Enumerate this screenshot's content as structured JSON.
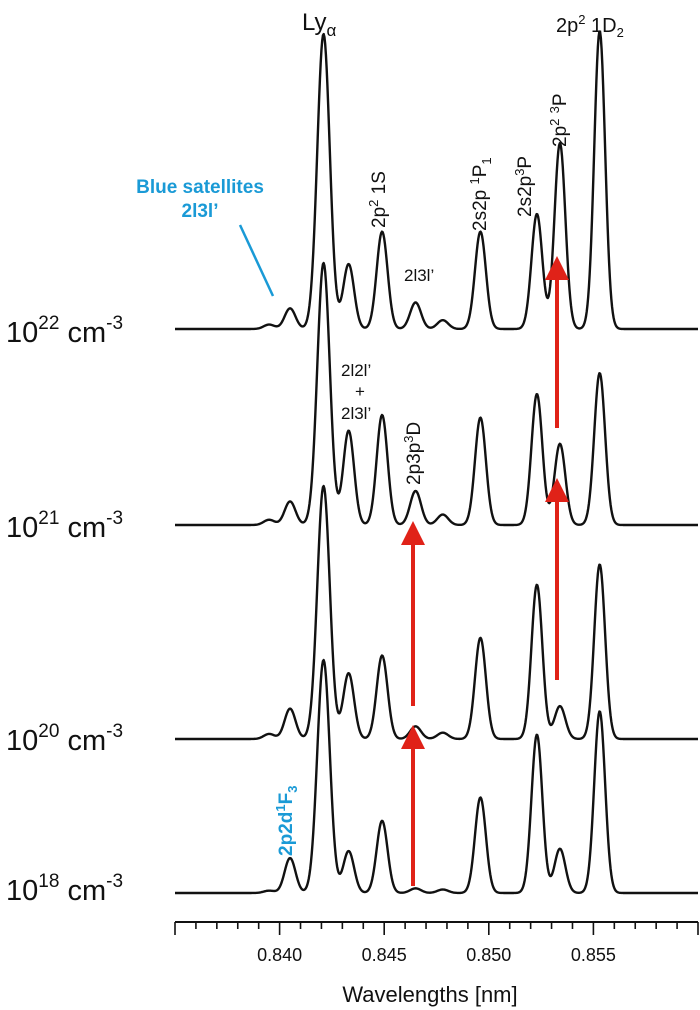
{
  "chart_data": {
    "type": "line",
    "xlabel": "Wavelengths [nm]",
    "ylabel": "",
    "xlim": [
      0.835,
      0.86
    ],
    "x_ticks": [
      "0.840",
      "0.845",
      "0.850",
      "0.855"
    ],
    "x_tick_values": [
      0.84,
      0.845,
      0.85,
      0.855
    ],
    "series": [
      {
        "name": "10^22 cm^-3",
        "density_base": "10",
        "density_exp": "22",
        "unit": "cm",
        "unit_exp": "-3",
        "peaks": [
          [
            0.8395,
            0.015
          ],
          [
            0.8405,
            0.07
          ],
          [
            0.8421,
            1.0
          ],
          [
            0.8433,
            0.22
          ],
          [
            0.8449,
            0.33
          ],
          [
            0.8465,
            0.09
          ],
          [
            0.8478,
            0.03
          ],
          [
            0.8496,
            0.33
          ],
          [
            0.8523,
            0.39
          ],
          [
            0.8534,
            0.63
          ],
          [
            0.8553,
            1.01
          ]
        ]
      },
      {
        "name": "10^21 cm^-3",
        "density_base": "10",
        "density_exp": "21",
        "unit": "cm",
        "unit_exp": "-3",
        "peaks": [
          [
            0.8395,
            0.02
          ],
          [
            0.8405,
            0.09
          ],
          [
            0.8421,
            1.0
          ],
          [
            0.8433,
            0.36
          ],
          [
            0.8449,
            0.42
          ],
          [
            0.8465,
            0.13
          ],
          [
            0.8478,
            0.04
          ],
          [
            0.8496,
            0.41
          ],
          [
            0.8523,
            0.5
          ],
          [
            0.8534,
            0.31
          ],
          [
            0.8553,
            0.58
          ]
        ]
      },
      {
        "name": "10^20 cm^-3",
        "density_base": "10",
        "density_exp": "20",
        "unit": "cm",
        "unit_exp": "-3",
        "peaks": [
          [
            0.8395,
            0.02
          ],
          [
            0.8405,
            0.12
          ],
          [
            0.8421,
            1.0
          ],
          [
            0.8433,
            0.26
          ],
          [
            0.8449,
            0.33
          ],
          [
            0.8465,
            0.05
          ],
          [
            0.8478,
            0.025
          ],
          [
            0.8496,
            0.4
          ],
          [
            0.8523,
            0.61
          ],
          [
            0.8534,
            0.13
          ],
          [
            0.8553,
            0.69
          ]
        ]
      },
      {
        "name": "10^18 cm^-3",
        "density_base": "10",
        "density_exp": "18",
        "unit": "cm",
        "unit_exp": "-3",
        "peaks": [
          [
            0.8395,
            0.01
          ],
          [
            0.8405,
            0.15
          ],
          [
            0.8421,
            1.0
          ],
          [
            0.8433,
            0.18
          ],
          [
            0.8449,
            0.31
          ],
          [
            0.8465,
            0.02
          ],
          [
            0.8478,
            0.015
          ],
          [
            0.8496,
            0.41
          ],
          [
            0.8523,
            0.68
          ],
          [
            0.8534,
            0.19
          ],
          [
            0.8553,
            0.78
          ]
        ]
      }
    ],
    "annotations": {
      "ly_alpha": {
        "base": "Ly",
        "sub": "α"
      },
      "d2": {
        "text": "2p",
        "sup1": "2",
        "mid": " 1",
        "end": "D",
        "sub": "2"
      },
      "blue_sat_1": "Blue satellites",
      "blue_sat_2": "2l3l’",
      "p2_1s": {
        "text": "2p",
        "sup": "2",
        "end": " 1S"
      },
      "l3l": "2l3l’",
      "s2p_1p": {
        "text": "2s2p ",
        "sup": "1",
        "end": "P",
        "sub": "1"
      },
      "s2p_3p": {
        "text": "2s2p",
        "sup": "3",
        "end": "P"
      },
      "p2_3p": {
        "text": "2p",
        "sup1": "2",
        "mid": " ",
        "sup2": "3",
        "end": "P"
      },
      "l2l_1": "2l2l’",
      "plus": "+",
      "l2l_2": "2l3l’",
      "p3p_3d": {
        "text": "2p3p",
        "sup": "3",
        "end": "D"
      },
      "p2d_1f": {
        "text": "2p2d",
        "sup": "1",
        "end": "F",
        "sub": "3"
      }
    },
    "colors": {
      "line": "#111111",
      "arrow": "#e02218",
      "blue": "#1a9ad6"
    }
  }
}
